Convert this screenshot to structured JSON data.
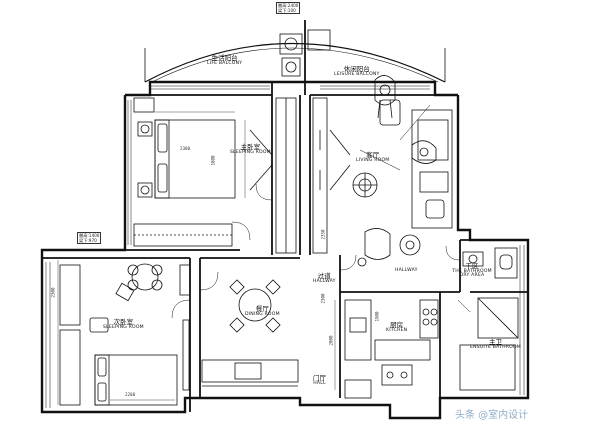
{
  "rooms": {
    "life_balcony": {
      "cn": "生活阳台",
      "en": "LIFE BALCONY"
    },
    "leisure_balcony": {
      "cn": "休闲阳台",
      "en": "LEISURE BALCONY"
    },
    "master_bedroom": {
      "cn": "主卧室",
      "en": "SLEEPING ROOM"
    },
    "living_room": {
      "cn": "客厅",
      "en": "LIVING ROOM"
    },
    "hallway_top": {
      "cn": "",
      "en": "HALLWAY"
    },
    "hallway": {
      "cn": "过道",
      "en": "HALLWAY"
    },
    "bathroom_dry": {
      "cn": "干区",
      "en": "THE BATHROOM DRY AREA"
    },
    "second_bedroom": {
      "cn": "次卧室",
      "en": "SLEEPING ROOM"
    },
    "dining_room": {
      "cn": "餐厅",
      "en": "DINING ROOM"
    },
    "kitchen": {
      "cn": "厨房",
      "en": "KITCHEN"
    },
    "ensuite_bathroom": {
      "cn": "主卫",
      "en": "ENSUITE BATHROOM"
    },
    "hall": {
      "cn": "门厅",
      "en": "HALL"
    }
  },
  "notes": {
    "top_note_1": "層高:2400",
    "top_note_2": "梁下:100",
    "left_note_1": "層高:1400",
    "left_note_2": "梁下:970"
  },
  "dimensions": {
    "master_w": "2300",
    "master_h": "1800",
    "second_bed": "2200",
    "kitchen_a": "2000",
    "kitchen_b": "1900",
    "hall_a": "2300",
    "living_a": "2350",
    "left_a": "2300"
  },
  "watermark": "头条 @室内设计"
}
